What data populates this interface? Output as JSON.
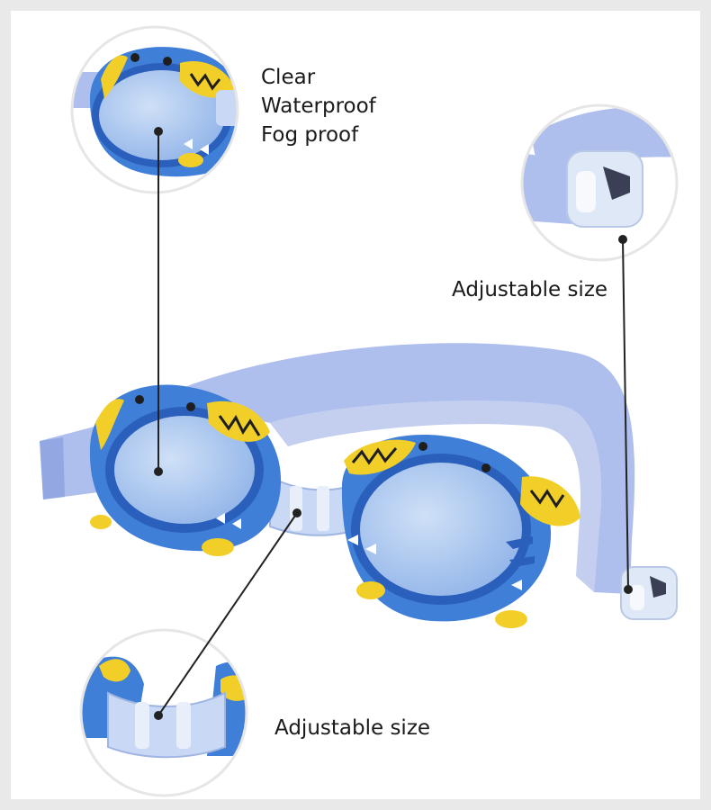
{
  "callouts": {
    "lens_features": [
      "Clear",
      "Waterproof",
      "Fog proof"
    ],
    "strap_buckle": "Adjustable size",
    "nose_bridge": "Adjustable size"
  },
  "colors": {
    "strap": "#aebfee",
    "strap_shadow": "#93a8e3",
    "frame_blue": "#3f7fd8",
    "frame_dark": "#2b5fbc",
    "lens": "#a7c6ee",
    "crab_yellow": "#f2cf28",
    "clip_clear": "#dfe8f7",
    "leader_line": "#222222"
  },
  "icons": [
    "crab-eye-icon",
    "crab-claw-icon"
  ]
}
